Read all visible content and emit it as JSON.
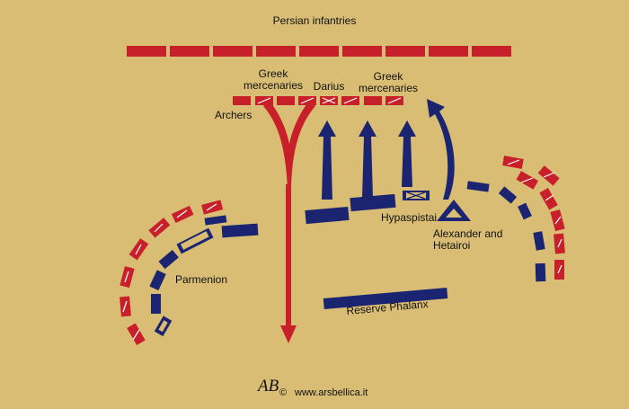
{
  "diagram": {
    "type": "battle-map",
    "colors": {
      "background": "#d9bd74",
      "persian": "#c8202a",
      "macedonian": "#1b2470"
    },
    "labels": {
      "persian_infantries": "Persian infantries",
      "greek_mercenaries_left_line1": "Greek",
      "greek_mercenaries_left_line2": "mercenaries",
      "darius": "Darius",
      "greek_mercenaries_right_line1": "Greek",
      "greek_mercenaries_right_line2": "mercenaries",
      "archers": "Archers",
      "hypaspistai": "Hypaspistai",
      "alexander_line1": "Alexander and",
      "alexander_line2": "Hetairoi",
      "parmenion": "Parmenion",
      "reserve_phalanx": "Reserve Phalanx"
    },
    "footer": {
      "logo": "AB",
      "copyright": "©",
      "website": "www.arsbellica.it"
    }
  }
}
